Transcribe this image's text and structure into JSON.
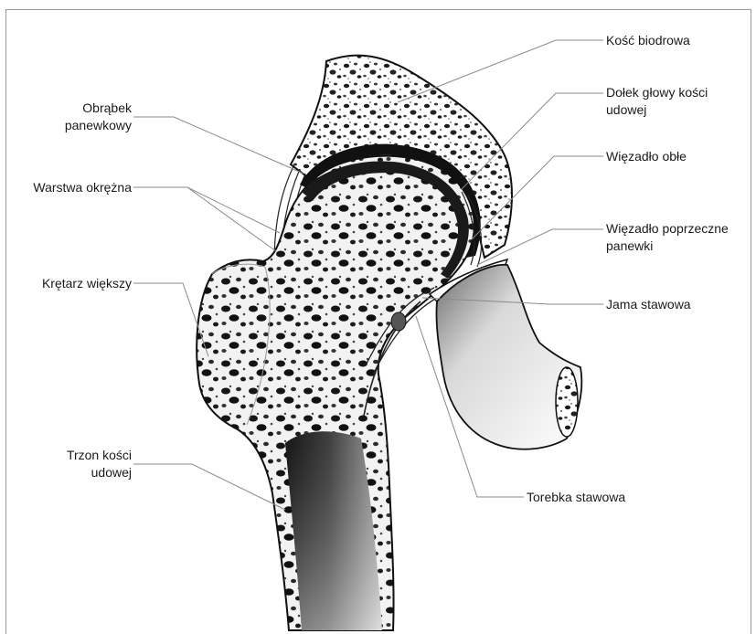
{
  "labels": {
    "kosc_biodrowa": "Kość biodrowa",
    "dolek_line1": "Dołek głowy kości",
    "dolek_line2": "udowej",
    "wiezadlo_oble": "Więzadło obłe",
    "wiezadlo_poprzeczne_line1": "Więzadło poprzeczne",
    "wiezadlo_poprzeczne_line2": "panewki",
    "jama_stawowa": "Jama stawowa",
    "torebka_stawowa": "Torebka stawowa",
    "obrabek_line1": "Obrąbek",
    "obrabek_line2": "panewkowy",
    "warstwa_okrezna": "Warstwa okrężna",
    "kretarz_wiekszy": "Krętarz większy",
    "trzon_line1": "Trzon kości",
    "trzon_line2": "udowej"
  },
  "colors": {
    "line": "#8a8a8a",
    "outline": "#111111",
    "bone_dark": "#1b1b1b",
    "bone_mid": "#777777",
    "border": "#9a9a9a"
  }
}
